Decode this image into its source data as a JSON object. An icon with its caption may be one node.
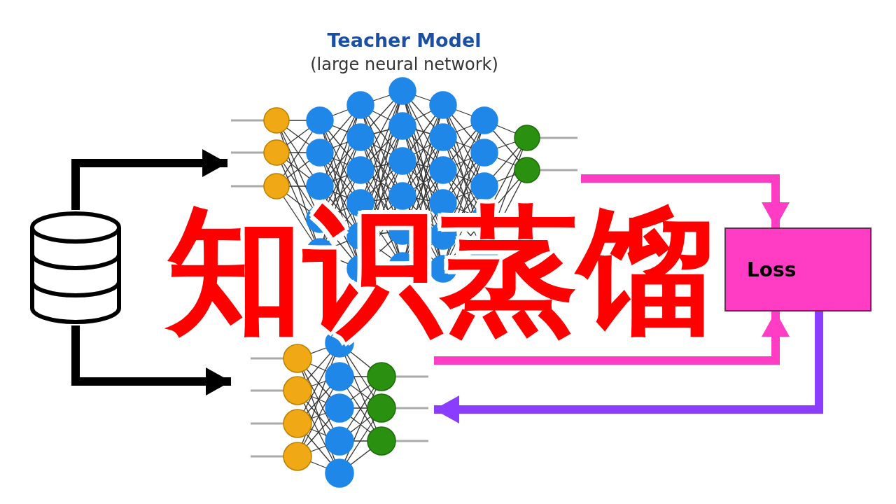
{
  "diagram": {
    "title": "知识蒸馏",
    "nodes": [
      {
        "text": [
          "Teacher Model",
          "(large neural network)"
        ]
      },
      {
        "text": [],
        "shape": "cylinder"
      },
      {
        "text": [],
        "shape": "picture"
      },
      {
        "text": [
          "Loss"
        ]
      }
    ],
    "edges": [
      {
        "from": 1,
        "to": 0,
        "arrow": "to",
        "color": "#000000"
      },
      {
        "from": 1,
        "to": 2,
        "arrow": "to",
        "color": "#000000"
      },
      {
        "from": 0,
        "to": 3,
        "arrow": "to",
        "color": "#ff3cc4"
      },
      {
        "from": 2,
        "to": 3,
        "arrow": "to",
        "color": "#ff3cc4"
      },
      {
        "from": 3,
        "to": 2,
        "arrow": "to",
        "color": "#8a3dff"
      }
    ]
  }
}
